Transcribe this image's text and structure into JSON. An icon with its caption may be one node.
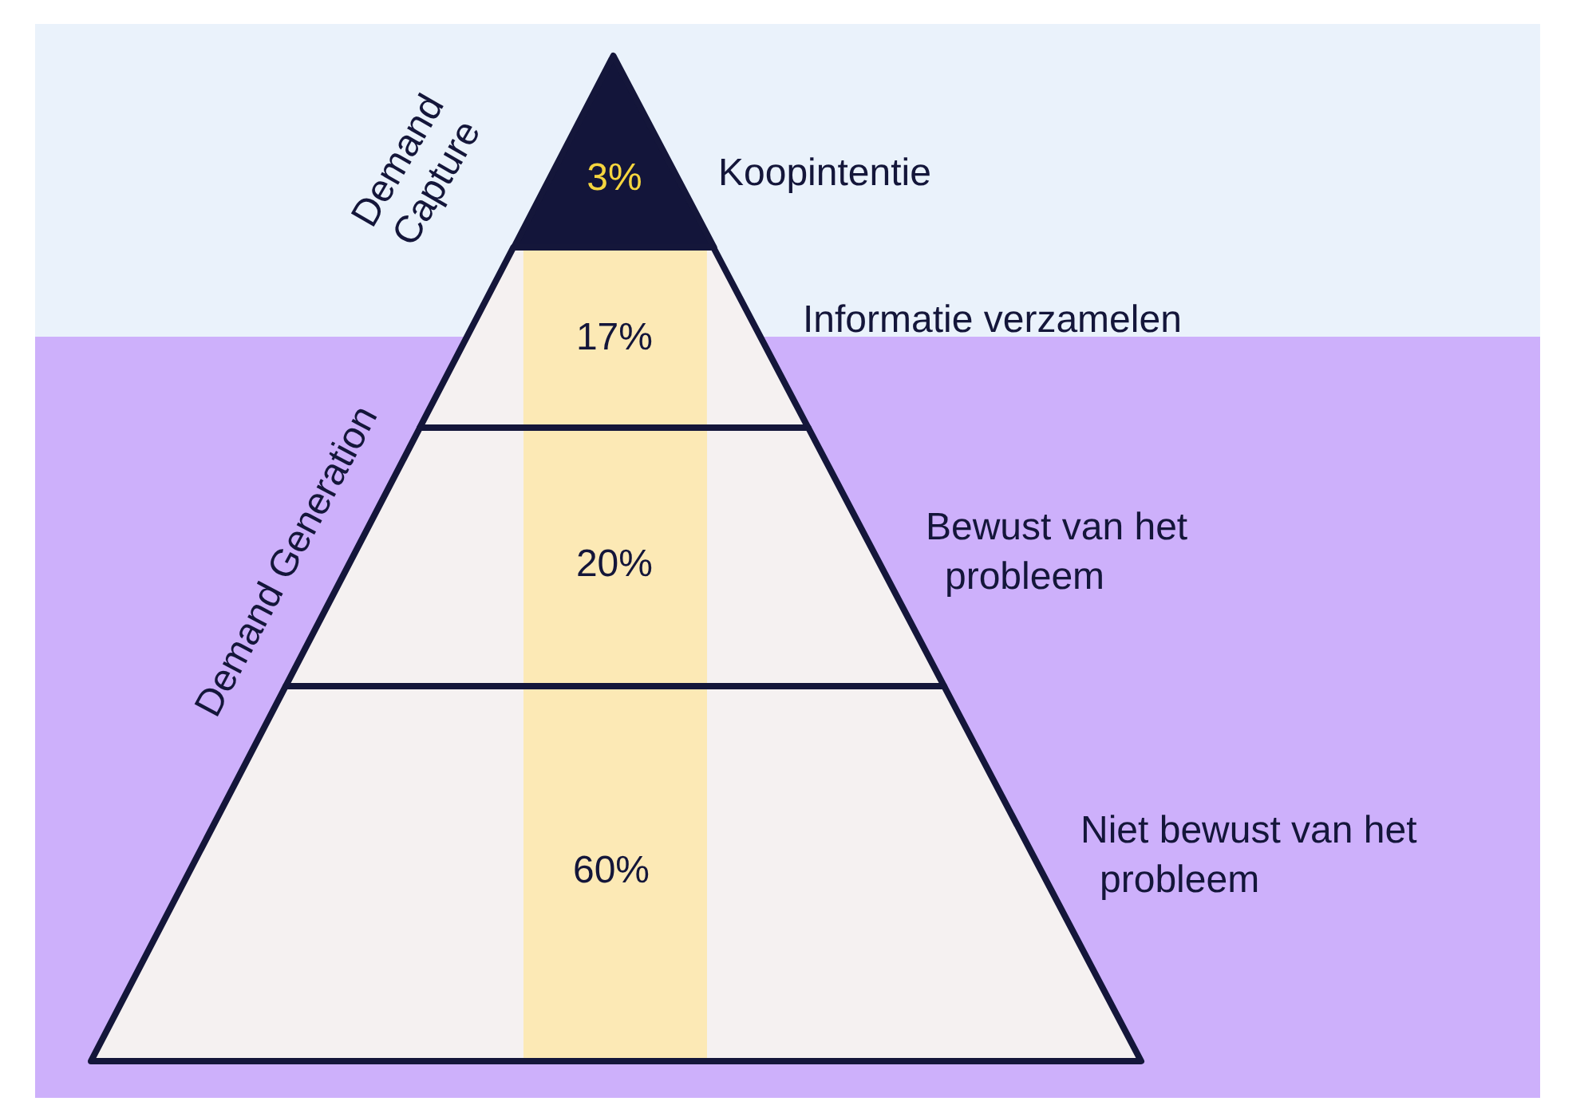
{
  "diagram": {
    "nodes": [
      {
        "text": [
          "3%"
        ],
        "beside": [
          "Koopintentie"
        ]
      },
      {
        "text": [
          "17%"
        ],
        "beside": [
          "Informatie verzamelen"
        ]
      },
      {
        "text": [
          "20%"
        ],
        "beside": [
          "Bewust van het probleem"
        ]
      },
      {
        "text": [
          "60%"
        ],
        "beside": [
          "Niet bewust van het probleem"
        ]
      }
    ],
    "edges": [],
    "labels": [
      "Demand Capture",
      "Demand Generation"
    ]
  }
}
